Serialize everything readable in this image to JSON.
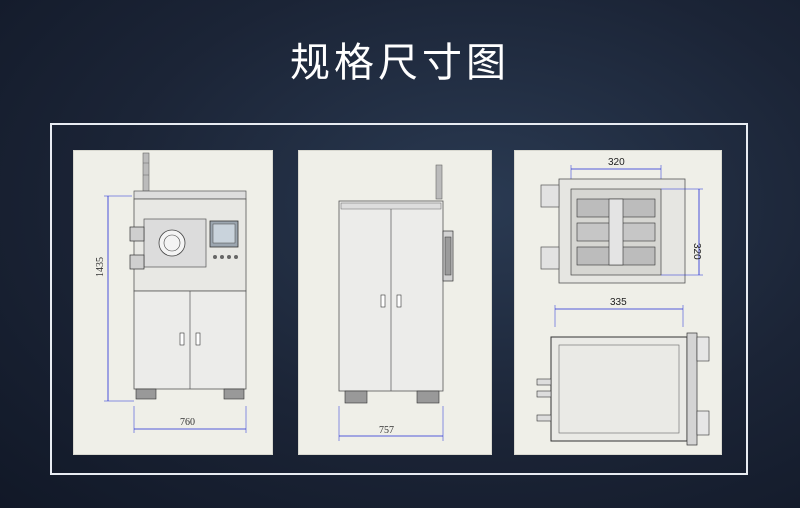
{
  "title": "规格尺寸图",
  "views": {
    "front": {
      "height_dim": "1435",
      "width_dim": "760"
    },
    "side": {
      "width_dim": "757"
    },
    "top": {
      "top_width_dim": "320",
      "top_depth_dim": "320",
      "bottom_width_dim": "335"
    }
  },
  "colors": {
    "background": "#1b2436",
    "frame": "#e8ecf2",
    "panel": "#efefe8",
    "dimension": "#1f2ad6"
  }
}
